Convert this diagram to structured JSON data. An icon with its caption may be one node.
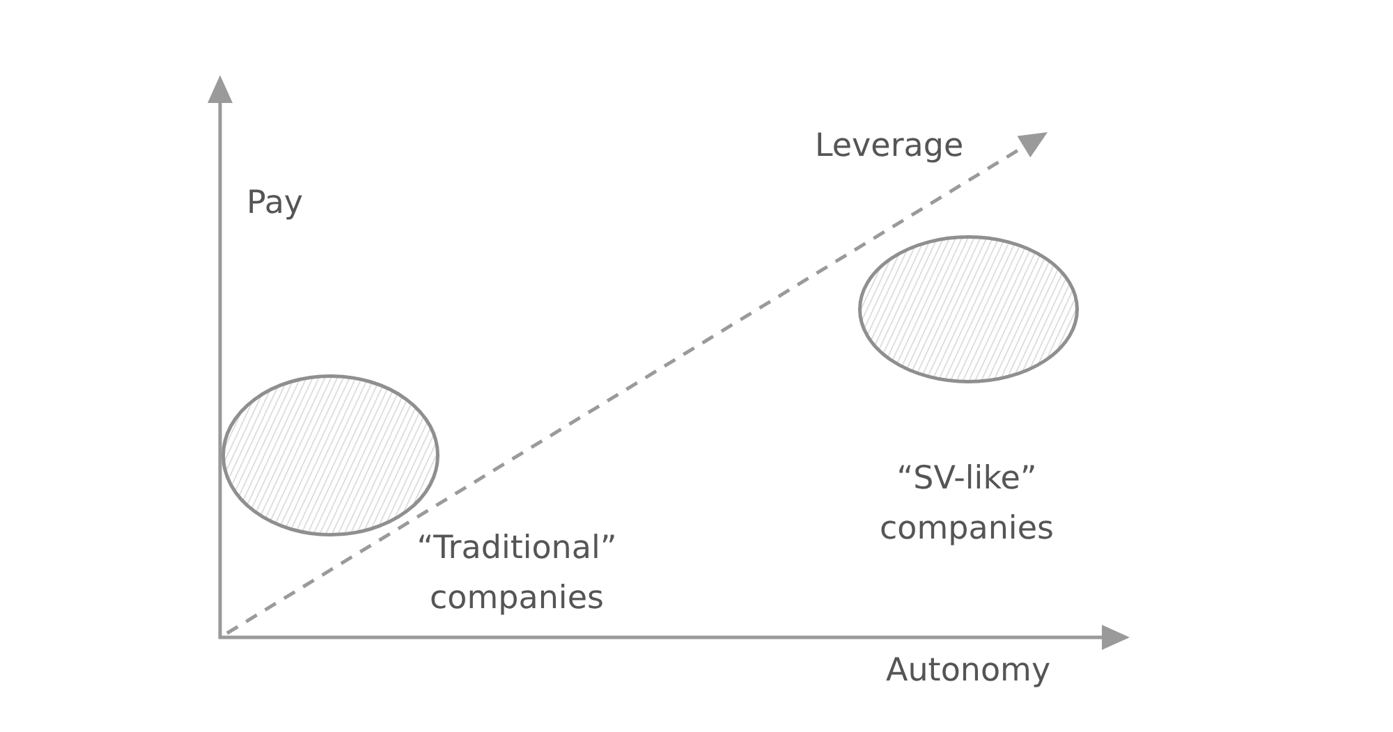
{
  "diagram": {
    "nodes": [
      {
        "text": [],
        "shape": "ellipse",
        "beside": [
          "“Traditional” companies"
        ]
      },
      {
        "text": [],
        "shape": "ellipse",
        "beside": [
          "“SV-like” companies"
        ]
      }
    ],
    "labels": [
      "Leverage",
      "Pay",
      "Autonomy"
    ]
  }
}
